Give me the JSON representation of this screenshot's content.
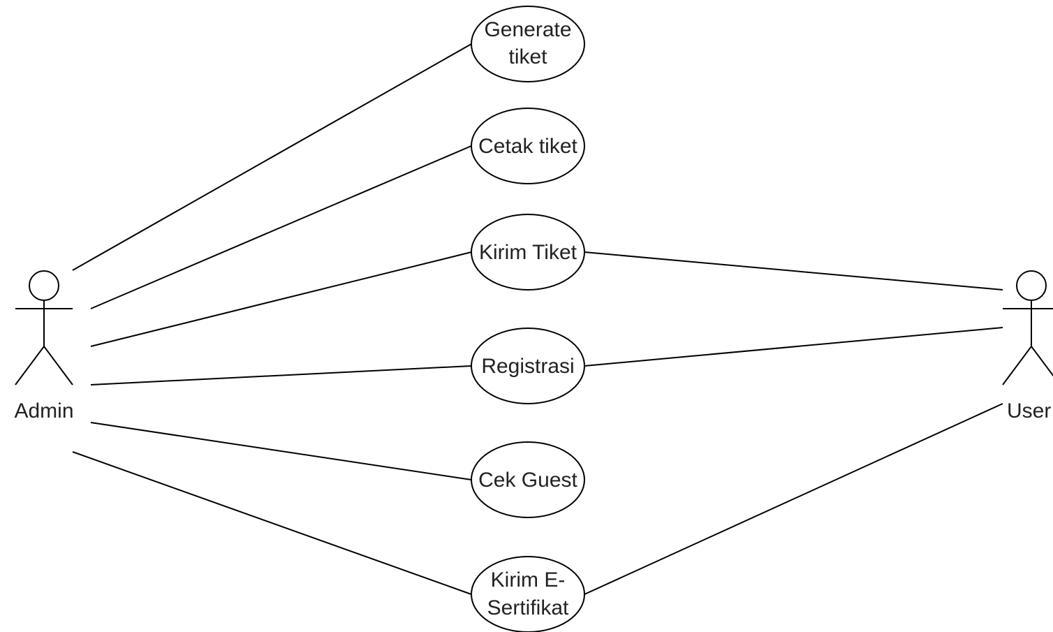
{
  "diagram": {
    "actors": {
      "admin": {
        "label": "Admin"
      },
      "user": {
        "label": "User"
      }
    },
    "use_cases": {
      "generate_tiket": {
        "lines": [
          "Generate",
          "tiket"
        ]
      },
      "cetak_tiket": {
        "lines": [
          "Cetak tiket"
        ]
      },
      "kirim_tiket": {
        "lines": [
          "Kirim Tiket"
        ]
      },
      "registrasi": {
        "lines": [
          "Registrasi"
        ]
      },
      "cek_guest": {
        "lines": [
          "Cek Guest"
        ]
      },
      "kirim_e_sertifikat": {
        "lines": [
          "Kirim E-",
          "Sertifikat"
        ]
      }
    },
    "associations": [
      [
        "admin",
        "generate_tiket"
      ],
      [
        "admin",
        "cetak_tiket"
      ],
      [
        "admin",
        "kirim_tiket"
      ],
      [
        "admin",
        "registrasi"
      ],
      [
        "admin",
        "cek_guest"
      ],
      [
        "admin",
        "kirim_e_sertifikat"
      ],
      [
        "user",
        "kirim_tiket"
      ],
      [
        "user",
        "registrasi"
      ],
      [
        "user",
        "kirim_e_sertifikat"
      ]
    ]
  }
}
